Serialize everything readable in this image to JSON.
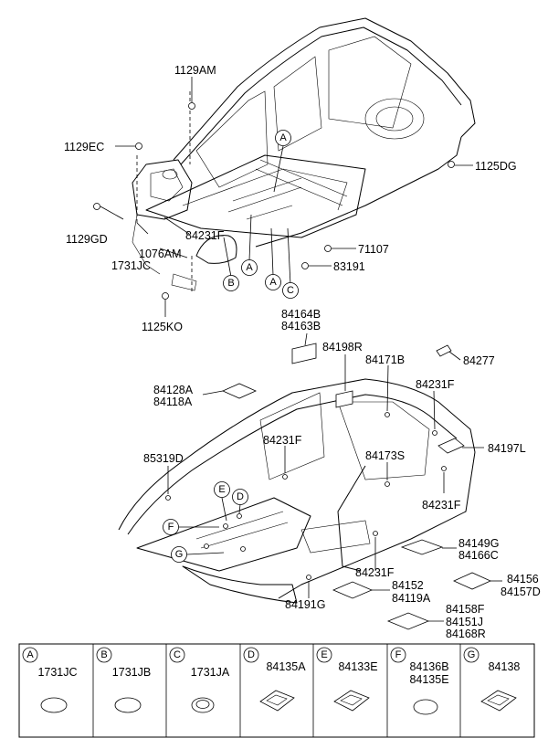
{
  "callouts": {
    "c1129AM": "1129AM",
    "c1129EC": "1129EC",
    "c1129GD": "1129GD",
    "c1731JC": "1731JC",
    "c1076AM": "1076AM",
    "c84231F_top": "84231F",
    "c1125KO": "1125KO",
    "c1125DG": "1125DG",
    "c71107": "71107",
    "c83191": "83191",
    "c84164B": "84164B",
    "c84163B": "84163B",
    "c84198R": "84198R",
    "c84171B": "84171B",
    "c84277": "84277",
    "c84231F_a": "84231F",
    "c84128A": "84128A",
    "c84118A": "84118A",
    "c84231F_b": "84231F",
    "c84197L": "84197L",
    "c85319D": "85319D",
    "c84173S": "84173S",
    "c84231F_c": "84231F",
    "c84149G": "84149G",
    "c84166C": "84166C",
    "c84231F_d": "84231F",
    "c84152": "84152",
    "c84119A": "84119A",
    "c84156": "84156",
    "c84157D": "84157D",
    "c84191G": "84191G",
    "c84158F": "84158F",
    "c84151J": "84151J",
    "c84168R": "84168R"
  },
  "markers": {
    "A": "A",
    "B": "B",
    "C": "C",
    "D": "D",
    "E": "E",
    "F": "F",
    "G": "G"
  },
  "legend": [
    {
      "letter": "A",
      "parts": [
        "1731JC"
      ]
    },
    {
      "letter": "B",
      "parts": [
        "1731JB"
      ]
    },
    {
      "letter": "C",
      "parts": [
        "1731JA"
      ]
    },
    {
      "letter": "D",
      "parts": [
        "84135A"
      ]
    },
    {
      "letter": "E",
      "parts": [
        "84133E"
      ]
    },
    {
      "letter": "F",
      "parts": [
        "84136B",
        "84135E"
      ]
    },
    {
      "letter": "G",
      "parts": [
        "84138"
      ]
    }
  ]
}
